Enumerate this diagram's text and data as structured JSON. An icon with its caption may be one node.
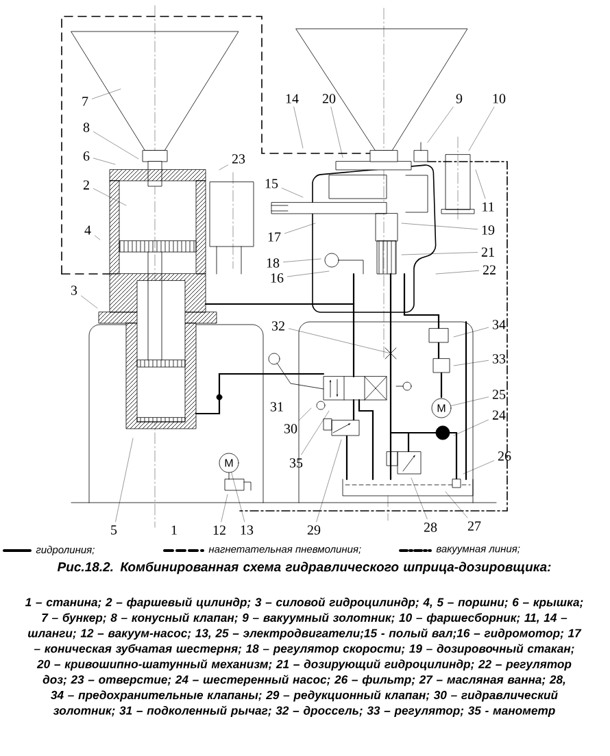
{
  "diagram": {
    "caption": "Рис.18.2. Комбинированная схема гидравлического шприца-дозировщика:",
    "nodes": [
      {
        "text": [
          "14"
        ]
      },
      {
        "text": [
          "20"
        ]
      },
      {
        "text": [
          "9"
        ]
      },
      {
        "text": [
          "10"
        ]
      },
      {
        "text": [
          "7"
        ]
      },
      {
        "text": [
          "8"
        ]
      },
      {
        "text": [
          "6"
        ]
      },
      {
        "text": [
          "23"
        ]
      },
      {
        "text": [
          "2"
        ]
      },
      {
        "text": [
          "15"
        ]
      },
      {
        "text": [
          "11"
        ]
      },
      {
        "text": [
          "4"
        ]
      },
      {
        "text": [
          "19"
        ]
      },
      {
        "text": [
          "17"
        ]
      },
      {
        "text": [
          "21"
        ]
      },
      {
        "text": [
          "18"
        ]
      },
      {
        "text": [
          "22"
        ]
      },
      {
        "text": [
          "16"
        ]
      },
      {
        "text": [
          "3"
        ]
      },
      {
        "text": [
          "34"
        ]
      },
      {
        "text": [
          "32"
        ]
      },
      {
        "text": [
          "33"
        ]
      },
      {
        "text": [
          "25"
        ]
      },
      {
        "text": [
          "M"
        ]
      },
      {
        "text": [
          "24"
        ]
      },
      {
        "text": [
          "30"
        ]
      },
      {
        "text": [
          "35"
        ]
      },
      {
        "text": [
          "26"
        ]
      },
      {
        "text": [
          "28"
        ]
      },
      {
        "text": [
          "27"
        ]
      },
      {
        "text": [
          "5"
        ]
      },
      {
        "text": [
          "M"
        ]
      },
      {
        "text": [
          "12"
        ]
      },
      {
        "text": [
          "13"
        ]
      },
      {
        "text": [
          "29"
        ]
      }
    ],
    "edges": [
      {
        "from": 0,
        "to": null,
        "arrow": "none"
      },
      {
        "from": 1,
        "to": null,
        "arrow": "none"
      },
      {
        "from": 2,
        "to": null,
        "arrow": "none"
      },
      {
        "from": 3,
        "to": null,
        "arrow": "none"
      },
      {
        "from": 4,
        "to": null,
        "arrow": "none"
      },
      {
        "from": 5,
        "to": null,
        "arrow": "none"
      },
      {
        "from": 6,
        "to": null,
        "arrow": "none"
      },
      {
        "from": 7,
        "to": null,
        "arrow": "none"
      },
      {
        "from": 8,
        "to": null,
        "arrow": "none"
      },
      {
        "from": 9,
        "to": null,
        "arrow": "none"
      },
      {
        "from": 10,
        "to": null,
        "arrow": "none"
      },
      {
        "from": 11,
        "to": null,
        "arrow": "none"
      },
      {
        "from": 12,
        "to": null,
        "arrow": "none"
      },
      {
        "from": 13,
        "to": null,
        "arrow": "none"
      },
      {
        "from": 14,
        "to": null,
        "arrow": "none"
      },
      {
        "from": 15,
        "to": null,
        "arrow": "none"
      },
      {
        "from": 16,
        "to": null,
        "arrow": "none"
      },
      {
        "from": 17,
        "to": null,
        "arrow": "none"
      },
      {
        "from": 18,
        "to": null,
        "arrow": "none"
      },
      {
        "from": 19,
        "to": null,
        "arrow": "none"
      },
      {
        "from": 20,
        "to": null,
        "arrow": "none"
      },
      {
        "from": 21,
        "to": null,
        "arrow": "none"
      },
      {
        "from": 22,
        "to": 23,
        "arrow": "none"
      },
      {
        "from": 24,
        "to": null,
        "arrow": "none"
      },
      {
        "from": 25,
        "to": null,
        "arrow": "none"
      },
      {
        "from": 26,
        "to": null,
        "arrow": "none"
      },
      {
        "from": 27,
        "to": null,
        "arrow": "none"
      },
      {
        "from": 28,
        "to": null,
        "arrow": "none"
      },
      {
        "from": 29,
        "to": null,
        "arrow": "none"
      },
      {
        "from": 30,
        "to": null,
        "arrow": "none"
      },
      {
        "from": 32,
        "to": null,
        "arrow": "none"
      },
      {
        "from": 33,
        "to": 31,
        "arrow": "none"
      },
      {
        "from": 34,
        "to": null,
        "arrow": "none"
      }
    ],
    "labels": [
      "31",
      "1",
      "1 – станина; 2 – фаршевый цилиндр; 3 – силовой гидроцилиндр; 4, 5 – поршни; 6 – крышка; 7 – бункер; 8 – конусный клапан; 9 – вакуумный золотник; 10 – фаршесборник; 11, 14 – шланги; 12 – вакуум-насос; 13, 25 – электродвигатели;15 - полый вал;16 – гидромотор; 17 – коническая зубчатая шестерня; 18 – регулятор скорости; 19 – дозировочный стакан; 20 – кривошипно-шатунный механизм; 21 – дозирующий гидроцилиндр; 22 – регулятор доз; 23 – отверстие; 24 – шестеренный насос; 26 – фильтр; 27 – масляная ванна; 28, 34 – предохранительные клапаны; 29 – редукционный клапан; 30 – гидравлический золотник; 31 – подколенный рычаг; 32 – дроссель; 33 – регулятор; 35 - манометр"
    ],
    "legend": [
      {
        "text": "гидролиния;"
      },
      {
        "text": "нагнетательная пневмолиния;"
      },
      {
        "text": "вакуумная линия;"
      }
    ]
  }
}
